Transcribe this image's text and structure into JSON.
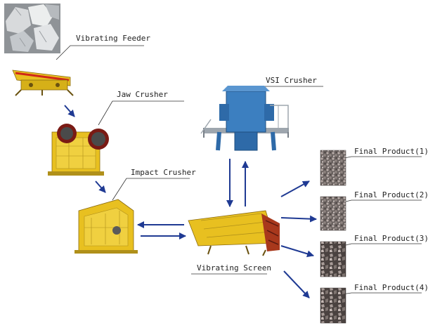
{
  "labels": {
    "vibrating_feeder": "Vibrating Feeder",
    "jaw_crusher": "Jaw Crusher",
    "vsi_crusher": "VSI Crusher",
    "impact_crusher": "Impact Crusher",
    "vibrating_screen": "Vibrating Screen",
    "final_product_1": "Final Product(1)",
    "final_product_2": "Final Product(2)",
    "final_product_3": "Final Product(3)",
    "final_product_4": "Final Product(4)"
  },
  "colors": {
    "arrow": "#1f3a93",
    "machine_yellow": "#e8c020",
    "machine_blue": "#3c7fc0",
    "rock_gray": "#b0b4b8",
    "gravel_dark": "#5a5250",
    "leader_line": "#333333"
  },
  "icons": {
    "raw_material": "rock-pile-icon",
    "feeder": "vibrating-feeder-icon",
    "jaw": "jaw-crusher-icon",
    "vsi": "vsi-crusher-icon",
    "impact": "impact-crusher-icon",
    "screen": "vibrating-screen-icon",
    "product": "gravel-sample-icon"
  }
}
